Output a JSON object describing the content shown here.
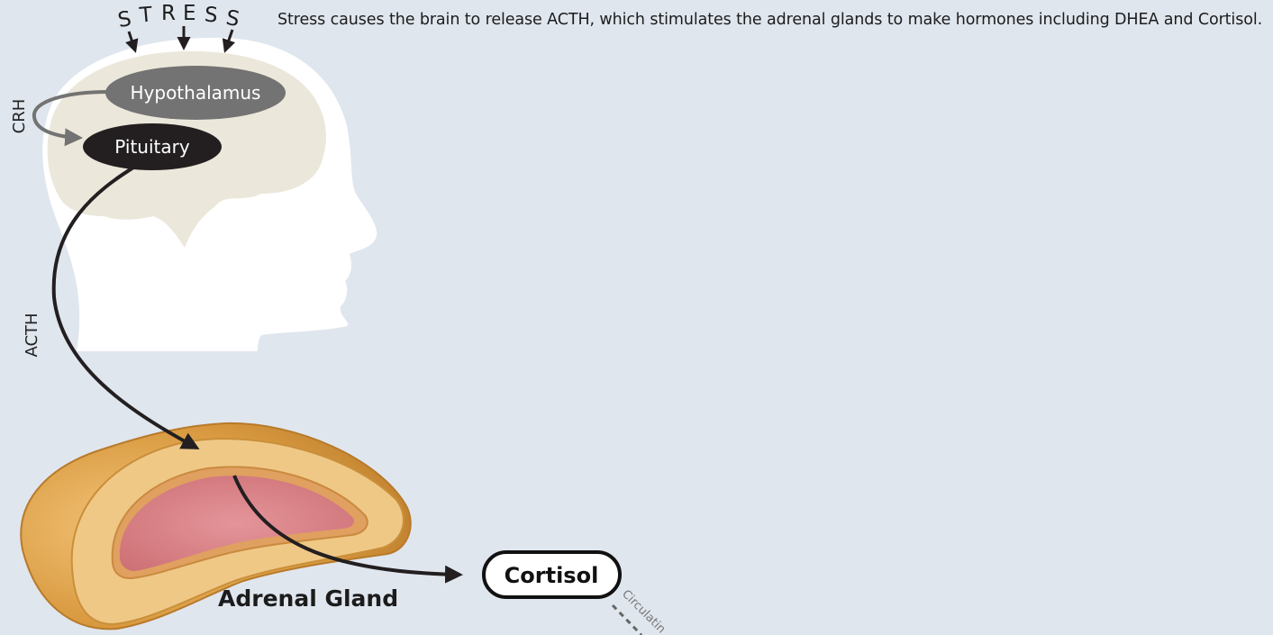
{
  "caption": "Stress causes the brain to release ACTH, which stimulates the adrenal glands to make hormones including DHEA and Cortisol.",
  "stress": {
    "letters": [
      "S",
      "T",
      "R",
      "E",
      "S",
      "S"
    ]
  },
  "brain": {
    "hypothalamus_label": "Hypothalamus",
    "pituitary_label": "Pituitary",
    "crh_label": "CRH",
    "acth_label": "ACTH"
  },
  "adrenal": {
    "label": "Adrenal Gland"
  },
  "cortisol": {
    "label": "Cortisol",
    "circulating_label": "Circulatin"
  },
  "colors": {
    "background": "#e0e6ee",
    "head": "#ffffff",
    "brain": "#ebe7da",
    "hypothalamus": "#737373",
    "pituitary": "#231f20",
    "arrow": "#231f20",
    "gland_outer": "#d49a3e",
    "gland_cortex": "#f0c886",
    "gland_medulla": "#d47e82"
  }
}
